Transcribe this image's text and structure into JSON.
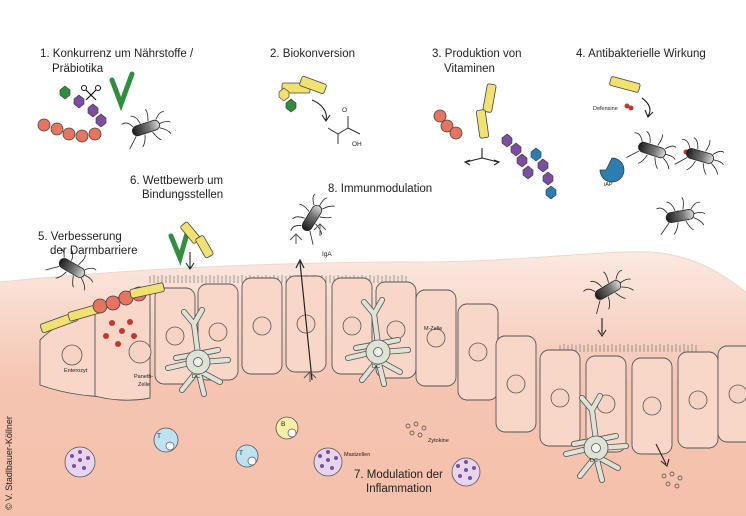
{
  "labels": {
    "l1a": "1. Konkurrenz um Nährstoffe /",
    "l1b": "Präbiotika",
    "l2": "2. Biokonversion",
    "l3a": "3. Produktion von",
    "l3b": "Vitaminen",
    "l4": "4. Antibakterielle Wirkung",
    "l5a": "5. Verbesserung",
    "l5b": "der Darmbarriere",
    "l6a": "6. Wettbewerb um",
    "l6b": "Bindungsstellen",
    "l7a": "7. Modulation der",
    "l7b": "Inflammation",
    "l8": "8. Immunmodulation"
  },
  "small_labels": {
    "defensine": "Defensine",
    "iap": "iAP",
    "iga": "IgA",
    "mzelle": "M-Zelle",
    "enterozyt": "Enterozyt",
    "paneth1": "Paneth-",
    "paneth2": "Zelle",
    "dc": "DC",
    "mastzellen": "Mastzellen",
    "zytokine": "Zytokine",
    "t": "T",
    "b": "B",
    "o": "O",
    "oh": "OH"
  },
  "copyright": "© V. Stadlbauer-Köllner",
  "colors": {
    "tissue": "#f6c9b8",
    "cell_fill": "#f8d6c8",
    "cell_stroke": "#555555",
    "lactobacillus": "#f1e171",
    "streptococcus": "#e8735f",
    "green": "#2f8f3e",
    "purple": "#7d4da0",
    "blue": "#2a7fb0",
    "dc_fill": "#d9ddd0"
  }
}
